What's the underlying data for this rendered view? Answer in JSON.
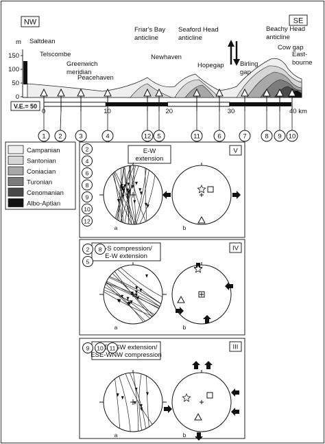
{
  "cross_section": {
    "nw_label": "NW",
    "se_label": "SE",
    "y_unit": "m",
    "y_ticks": [
      "150",
      "100",
      "50",
      "0"
    ],
    "vertical_exaggeration": "V.E.= 50",
    "distance_ticks": [
      "0",
      "10",
      "20",
      "30",
      "40 km"
    ],
    "place_labels": [
      [
        "Saltdean"
      ],
      [
        "Telscombe"
      ],
      [
        "Greenwich",
        "meridian"
      ],
      [
        "Peacehaven"
      ],
      [
        "Friar's Bay",
        "anticline"
      ],
      [
        "Newhaven"
      ],
      [
        "Seaford Head",
        "anticline"
      ],
      [
        "Hopegap"
      ],
      [
        "Birling",
        "gap"
      ],
      [
        "Beachy Head",
        "anticline"
      ],
      [
        "Cow gap"
      ],
      [
        "East-",
        "bourne"
      ]
    ],
    "sites": [
      "1",
      "2",
      "3",
      "4",
      "12",
      "5",
      "11",
      "6",
      "7",
      "8",
      "9",
      "10"
    ]
  },
  "legend": [
    {
      "label": "Campanian",
      "color": "#efefef"
    },
    {
      "label": "Santonian",
      "color": "#d6d6d6"
    },
    {
      "label": "Coniacian",
      "color": "#a8a8a8"
    },
    {
      "label": "Turonian",
      "color": "#7c7c7c"
    },
    {
      "label": "Cenomanian",
      "color": "#4a4a4a"
    },
    {
      "label": "Albo-Aptian",
      "color": "#111111"
    }
  ],
  "panels": [
    {
      "title_lines": [
        "E-W",
        "extension"
      ],
      "roman": "V",
      "sites": [
        "2",
        "4",
        "6",
        "8",
        "9",
        "10",
        "12"
      ],
      "sub_a": "a",
      "sub_b": "b"
    },
    {
      "title_lines": [
        "N-S compression/",
        "E-W extension"
      ],
      "roman": "IV",
      "sites": [
        "2",
        "8",
        "5"
      ],
      "sub_a": "a",
      "sub_b": "b"
    },
    {
      "title_lines": [
        "NNE-SSW extension/",
        "ESE-WNW compression"
      ],
      "roman": "III",
      "sites": [
        "9",
        "10",
        "11"
      ],
      "sub_a": "a",
      "sub_b": "b"
    }
  ]
}
